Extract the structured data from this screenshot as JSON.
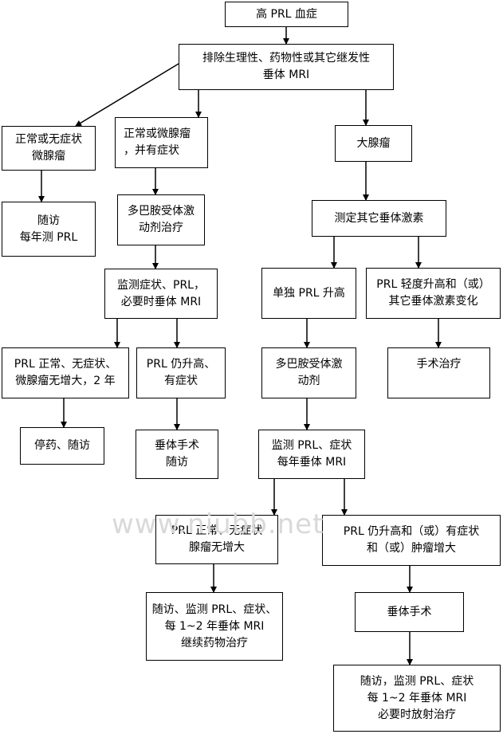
{
  "watermark": "www.niubb.net",
  "nodes": {
    "root": [
      "高 PRL 血症"
    ],
    "exclude": [
      "排除生理性、药物性或其它继发性",
      "垂体 MRI"
    ],
    "micro_no_symptom": [
      "正常或无症状",
      "微腺瘤"
    ],
    "micro_symptom": [
      "正常或微腺瘤",
      "，并有症状"
    ],
    "macro": [
      "大腺瘤"
    ],
    "follow_annual": [
      "随访",
      "每年测 PRL"
    ],
    "dopamine_agonist_therapy": [
      "多巴胺受体激",
      "动剂治疗"
    ],
    "measure_other_hormones": [
      "测定其它垂体激素"
    ],
    "monitor_symptoms": [
      "监测症状、PRL，",
      "必要时垂体 MRI"
    ],
    "prl_only_high": [
      "单独 PRL 升高"
    ],
    "prl_mild_other": [
      "PRL 轻度升高和（或）",
      "其它垂体激素变化"
    ],
    "prl_normal_2y": [
      "PRL 正常、无症状、",
      "微腺瘤无增大，2 年"
    ],
    "prl_still_high_symptom": [
      "PRL 仍升高、",
      "有症状"
    ],
    "dopamine_agonist": [
      "多巴胺受体激",
      "动剂"
    ],
    "surgery": [
      "手术治疗"
    ],
    "stop_follow": [
      "停药、随访"
    ],
    "pituitary_surgery_follow": [
      "垂体手术",
      "随访"
    ],
    "monitor_annual_mri": [
      "监测 PRL、症状",
      "每年垂体 MRI"
    ],
    "prl_normal_no_growth": [
      "PRL 正常、无症状",
      "腺瘤无增大"
    ],
    "prl_still_high_growth": [
      "PRL 仍升高和（或）有症状",
      "和（或）肿瘤增大"
    ],
    "follow_continue_drug": [
      "随访、监测 PRL、症状、",
      "每 1~2 年垂体 MRI",
      "继续药物治疗"
    ],
    "pituitary_surgery": [
      "垂体手术"
    ],
    "follow_radiotherapy": [
      "随访，监测 PRL、症状",
      "每 1~2 年垂体 MRI",
      "必要时放射治疗"
    ]
  }
}
